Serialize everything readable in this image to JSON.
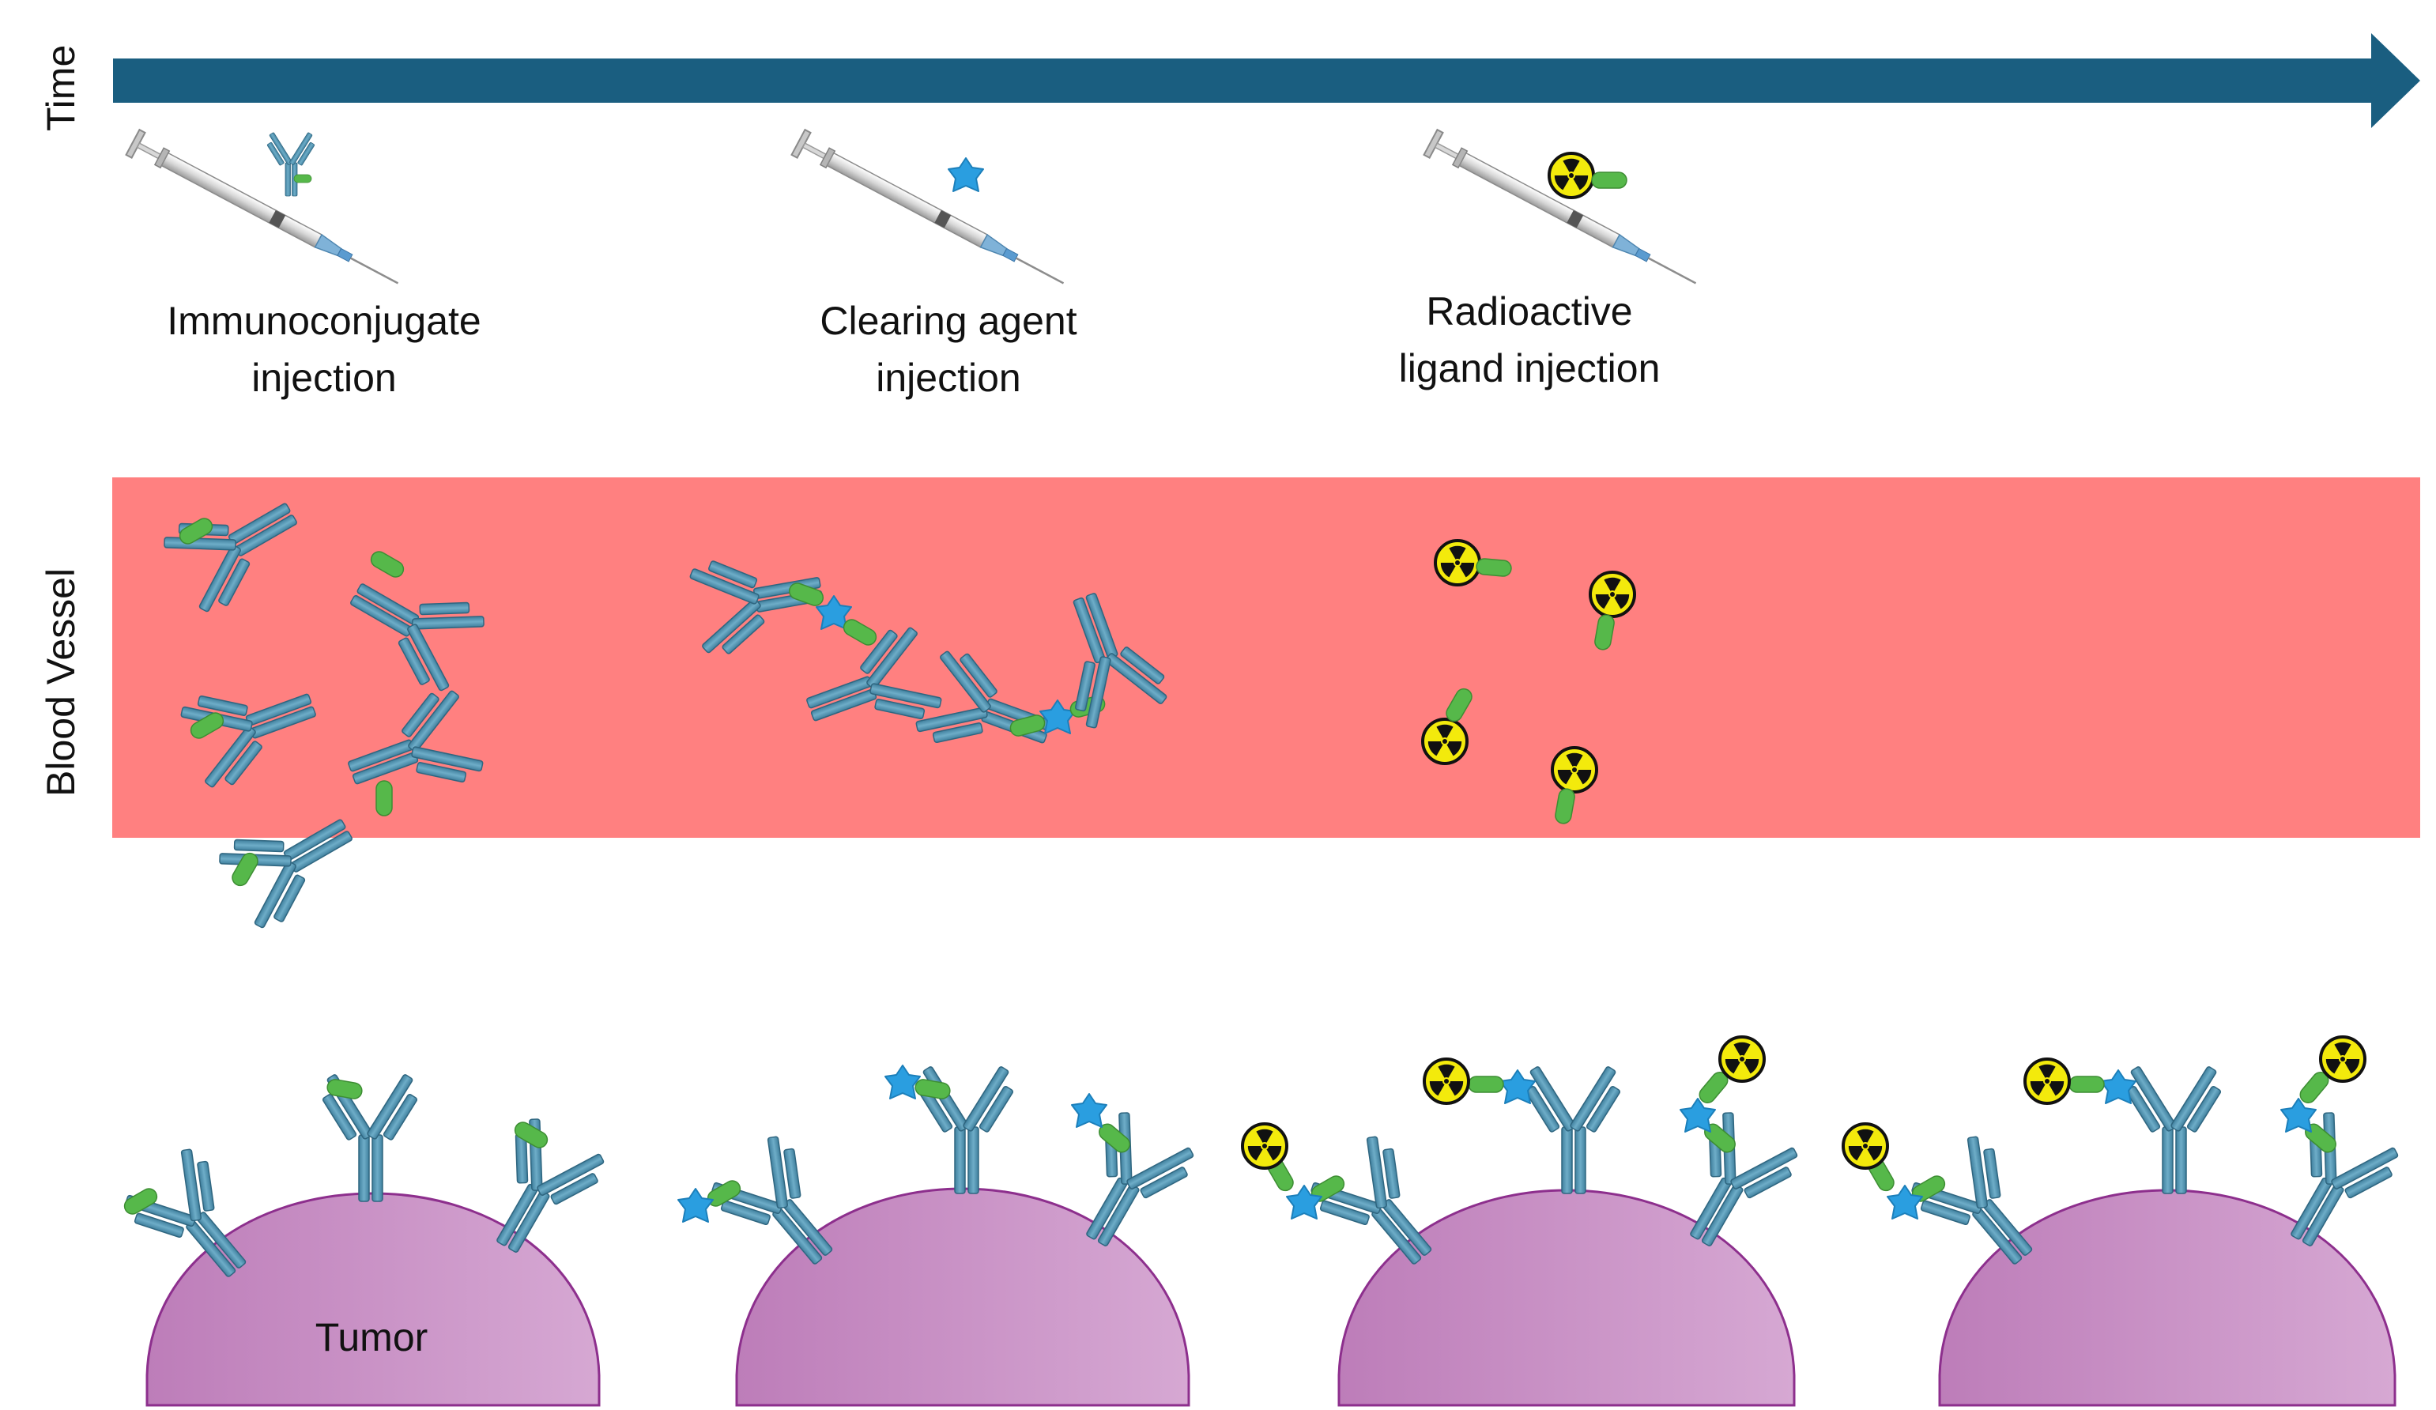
{
  "axis": {
    "time_label": "Time",
    "vessel_label": "Blood Vessel"
  },
  "steps": [
    {
      "line1": "Immunoconjugate",
      "line2": "injection"
    },
    {
      "line1": "Clearing agent",
      "line2": "injection"
    },
    {
      "line1": "Radioactive",
      "line2": "ligand injection"
    }
  ],
  "tumor": {
    "label": "Tumor"
  },
  "colors": {
    "time_arrow": "#1a5e80",
    "vessel": "#ff8080",
    "antibody": "#5a9dbb",
    "antibody_dark": "#3c7895",
    "linker": "#56b84a",
    "clearing_agent": "#2a9ee0",
    "radio_yellow": "#f3ea0c",
    "tumor_fill": "#c78fc4",
    "tumor_stroke": "#8d2f8d"
  }
}
